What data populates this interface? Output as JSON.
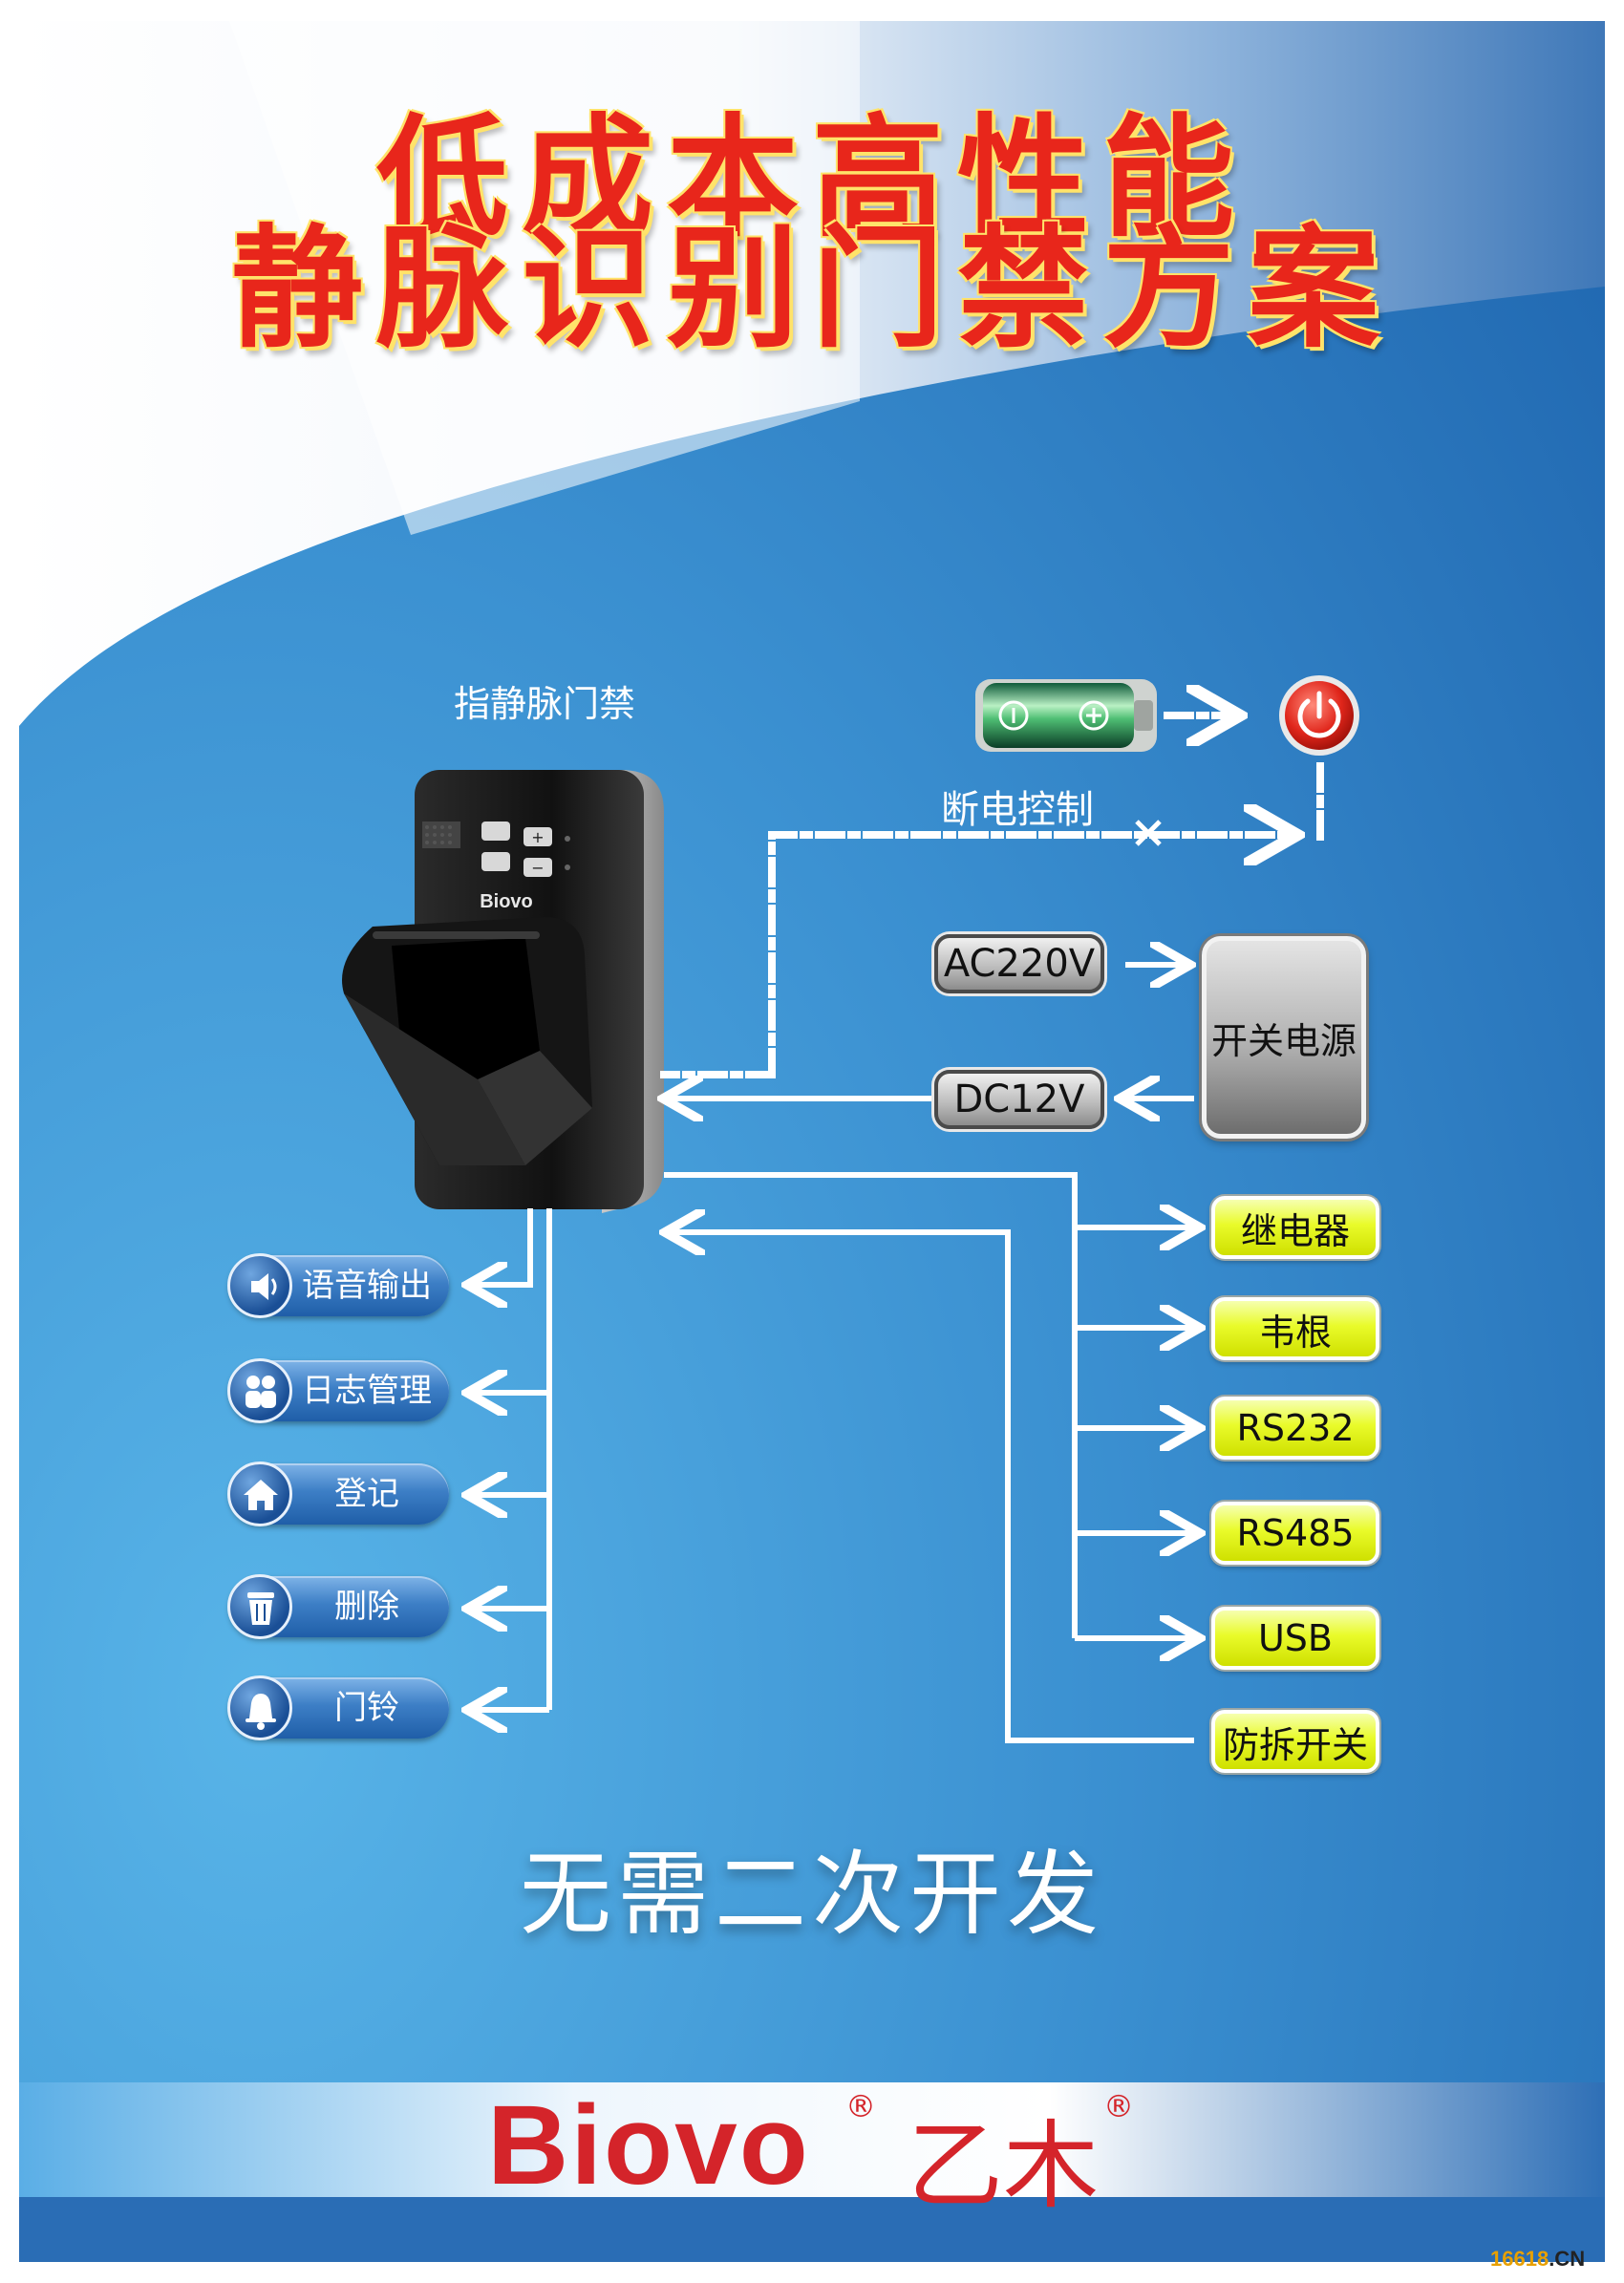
{
  "title": {
    "line1": "低成本高性能",
    "line2": "静脉识别门禁方案"
  },
  "device": {
    "title": "指静脉门禁",
    "brand": "Biovo"
  },
  "power_control": {
    "label": "断电控制"
  },
  "power": {
    "ac_label": "AC220V",
    "dc_label": "DC12V",
    "psu_label": "开关电源"
  },
  "outputs_right": [
    "继电器",
    "韦根",
    "RS232",
    "RS485",
    "USB",
    "防拆开关"
  ],
  "features_left": [
    {
      "label": "语音输出",
      "icon": "speaker-icon"
    },
    {
      "label": "日志管理",
      "icon": "users-icon"
    },
    {
      "label": "登记",
      "icon": "home-icon"
    },
    {
      "label": "删除",
      "icon": "trash-icon"
    },
    {
      "label": "门铃",
      "icon": "bell-icon"
    }
  ],
  "subtitle": "无需二次开发",
  "footer": {
    "brand": "Biovo",
    "brand_cn": "乙木",
    "reg_mark": "®"
  },
  "watermark": {
    "main": "16618",
    "suffix": ".CN"
  },
  "colors": {
    "title_red": "#e8261b",
    "title_outline": "#ffe36a",
    "brand_red": "#d4242a",
    "bg_blue": "#2f7fc4",
    "pill_yellow": "#e9fb2a"
  }
}
